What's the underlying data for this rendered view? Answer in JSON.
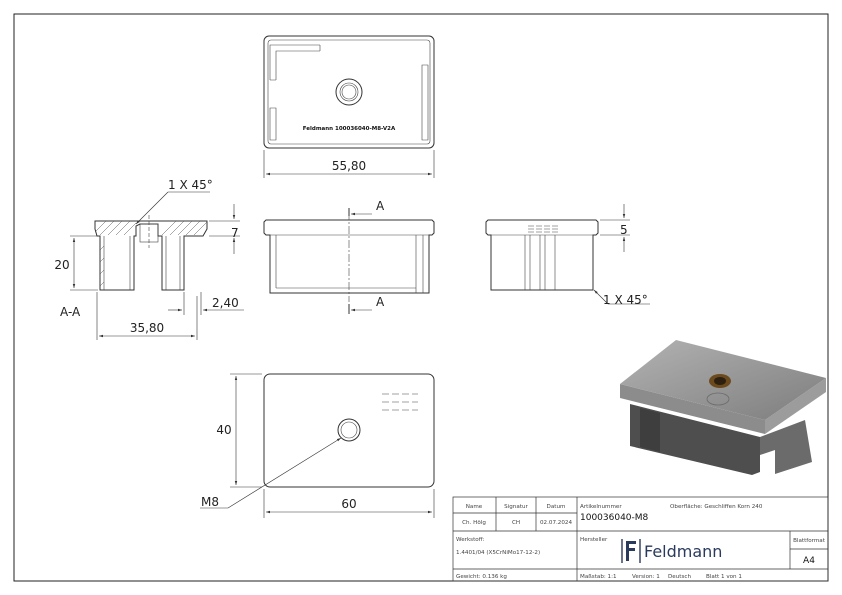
{
  "views": {
    "top_engraving": "Feldmann 100036040-M8-V2A",
    "top_width": "55,80",
    "chamfer_left": "1 X 45°",
    "section_height": "20",
    "section_flange": "7",
    "section_wall": "2,40",
    "section_width": "35,80",
    "section_label": "A-A",
    "cut_label_top": "A",
    "cut_label_bottom": "A",
    "side_flange": "5",
    "chamfer_right": "1 X 45°",
    "bottom_height": "40",
    "bottom_width": "60",
    "thread": "M8"
  },
  "title_block": {
    "name_hdr": "Name",
    "sig_hdr": "Signatur",
    "date_hdr": "Datum",
    "name_val": "Ch. Hölg",
    "sig_val": "CH",
    "date_val": "02.07.2024",
    "article_hdr": "Artikelnummer",
    "article_val": "100036040-M8",
    "surface": "Oberfläche: Geschliffen Korn 240",
    "material_hdr": "Werkstoff:",
    "material_val": "1.4401/04 (X5CrNiMo17-12-2)",
    "maker_hdr": "Hersteller",
    "brand": "Feldmann",
    "format_hdr": "Blattformat",
    "format_val": "A4",
    "weight": "Gewicht: 0.136 kg",
    "scale": "Maßstab: 1:1",
    "version": "Version: 1",
    "language": "Deutsch",
    "sheet": "Blatt 1 von 1"
  },
  "colors": {
    "render_top": "#8a8a8a",
    "render_side": "#5a5a5a",
    "thread_bore": "#6b4a1e"
  }
}
